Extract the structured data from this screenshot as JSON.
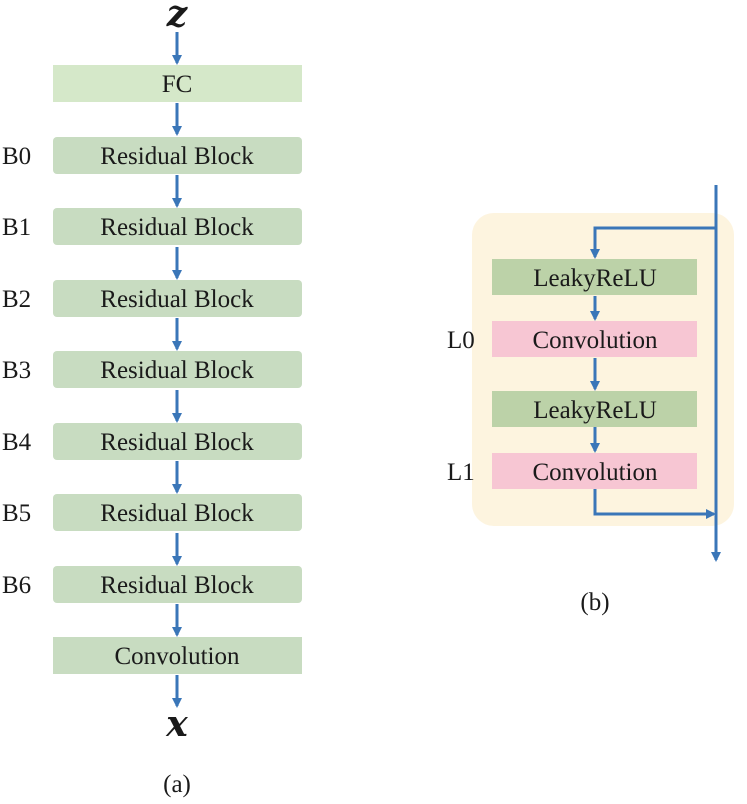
{
  "panel_a": {
    "input_var": "z",
    "output_var": "x",
    "caption": "(a)",
    "blocks": [
      {
        "label": "FC",
        "side_label": "",
        "color": "#d5e8c9"
      },
      {
        "label": "Residual Block",
        "side_label": "B0",
        "color": "#c8dcc1"
      },
      {
        "label": "Residual Block",
        "side_label": "B1",
        "color": "#c8dcc1"
      },
      {
        "label": "Residual Block",
        "side_label": "B2",
        "color": "#c8dcc1"
      },
      {
        "label": "Residual Block",
        "side_label": "B3",
        "color": "#c8dcc1"
      },
      {
        "label": "Residual Block",
        "side_label": "B4",
        "color": "#c8dcc1"
      },
      {
        "label": "Residual Block",
        "side_label": "B5",
        "color": "#c8dcc1"
      },
      {
        "label": "Residual Block",
        "side_label": "B6",
        "color": "#c8dcc1"
      },
      {
        "label": "Convolution",
        "side_label": "",
        "color": "#c8dcc1"
      }
    ]
  },
  "panel_b": {
    "caption": "(b)",
    "container_color": "#fdf4df",
    "layers": [
      {
        "label": "LeakyReLU",
        "side_label": "",
        "color": "#bcd2a8"
      },
      {
        "label": "Convolution",
        "side_label": "L0",
        "color": "#f7c6d3"
      },
      {
        "label": "LeakyReLU",
        "side_label": "",
        "color": "#bcd2a8"
      },
      {
        "label": "Convolution",
        "side_label": "L1",
        "color": "#f7c6d3"
      }
    ]
  },
  "colors": {
    "arrow": "#3a76b8"
  }
}
